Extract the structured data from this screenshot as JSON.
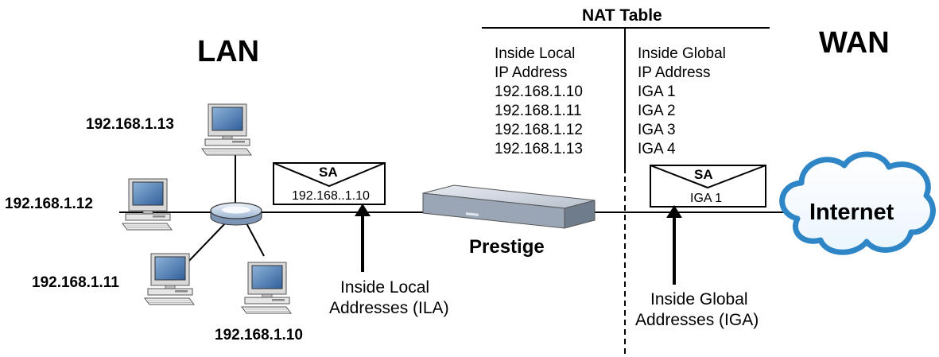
{
  "section_labels": {
    "lan": "LAN",
    "wan": "WAN"
  },
  "nat_table": {
    "title": "NAT Table",
    "left_header": [
      "Inside Local",
      "IP Address"
    ],
    "right_header": [
      "Inside Global",
      "IP Address"
    ],
    "rows": [
      {
        "local": "192.168.1.10",
        "global": "IGA 1"
      },
      {
        "local": "192.168.1.11",
        "global": "IGA 2"
      },
      {
        "local": "192.168.1.12",
        "global": "IGA 3"
      },
      {
        "local": "192.168.1.13",
        "global": "IGA 4"
      }
    ]
  },
  "hosts": {
    "h13": "192.168.1.13",
    "h12": "192.168.1.12",
    "h11": "192.168.1.11",
    "h10": "192.168.1.10"
  },
  "packet_lan": {
    "header": "SA",
    "address": "192.168..1.10"
  },
  "packet_wan": {
    "header": "SA",
    "address": "IGA 1"
  },
  "router_label": "Prestige",
  "cloud_label": "Internet",
  "arrow_lan_label": [
    "Inside Local",
    "Addresses (ILA)"
  ],
  "arrow_wan_label": [
    "Inside Global",
    "Addresses (IGA)"
  ],
  "icons": [
    "computer-icon",
    "hub-icon",
    "router-icon",
    "internet-cloud-icon",
    "envelope-icon"
  ]
}
